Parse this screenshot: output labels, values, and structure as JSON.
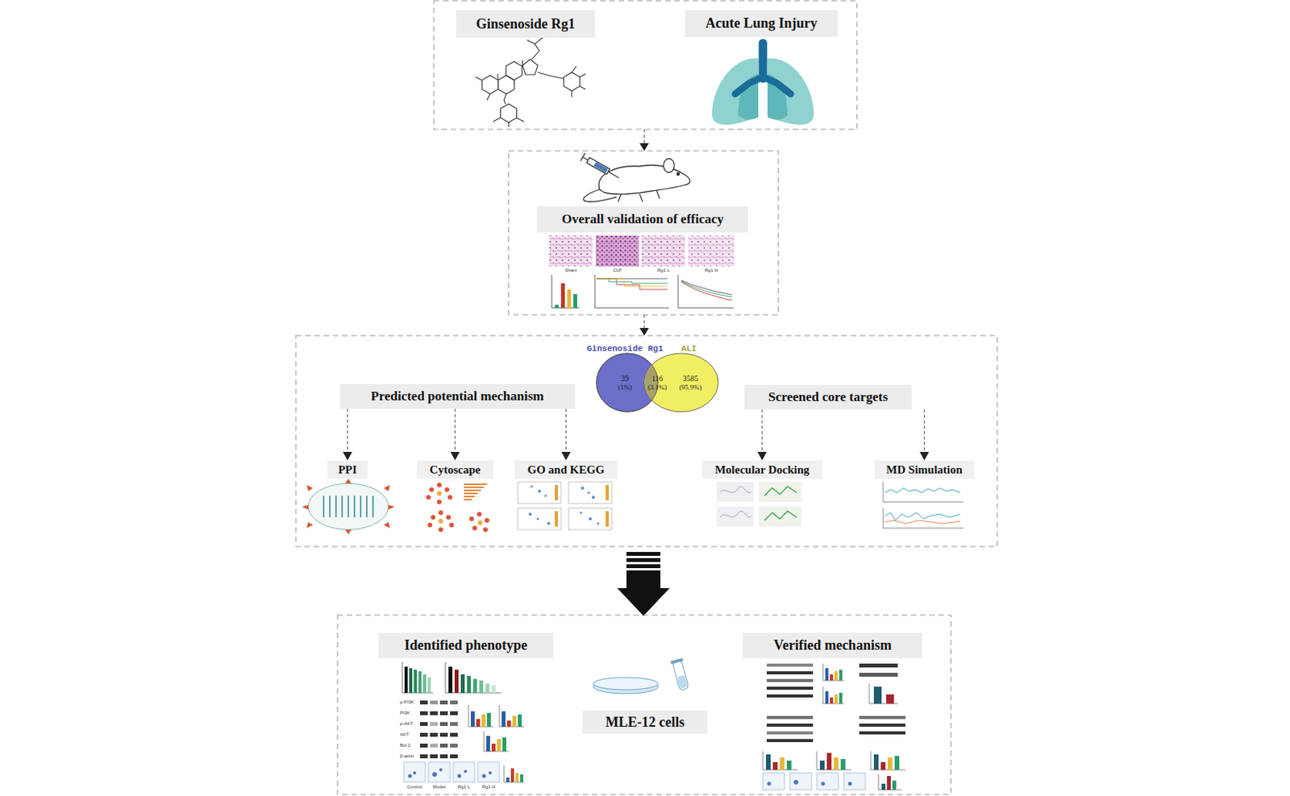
{
  "diagram": {
    "nodes": [
      {
        "text": [
          "Ginsenoside Rg1"
        ]
      },
      {
        "text": [
          "Acute Lung Injury"
        ]
      },
      {
        "text": [
          "Overall validation of efficacy"
        ]
      },
      {
        "text": [
          "Predicted potential mechanism"
        ]
      },
      {
        "text": [
          "Screened core targets"
        ]
      },
      {
        "text": [
          "PPI"
        ]
      },
      {
        "text": [
          "Cytoscape"
        ]
      },
      {
        "text": [
          "GO and KEGG"
        ]
      },
      {
        "text": [
          "Molecular Docking"
        ]
      },
      {
        "text": [
          "MD Simulation"
        ]
      },
      {
        "text": [
          "Identified phenotype"
        ]
      },
      {
        "text": [
          "MLE-12 cells"
        ]
      },
      {
        "text": [
          "Verified mechanism"
        ]
      }
    ],
    "edges": [
      {
        "from": 3,
        "to": 5,
        "arrow": "to"
      },
      {
        "from": 3,
        "to": 6,
        "arrow": "to"
      },
      {
        "from": 3,
        "to": 7,
        "arrow": "to"
      },
      {
        "from": 4,
        "to": 8,
        "arrow": "to"
      },
      {
        "from": 4,
        "to": 9,
        "arrow": "to"
      }
    ],
    "labels": [
      "Ginsenoside Rg1",
      "ALI",
      "39",
      "(1%)",
      "116",
      "(3.1%)",
      "3585",
      "(95.9%)",
      "Sham",
      "CLP",
      "Rg1 L",
      "Rg1 H",
      "Control",
      "Model",
      "Rg1 L",
      "Rg1 H",
      "p-PI3K",
      "PI3K",
      "p-AKT",
      "AKT",
      "Bcl-2",
      "β-actin"
    ]
  }
}
